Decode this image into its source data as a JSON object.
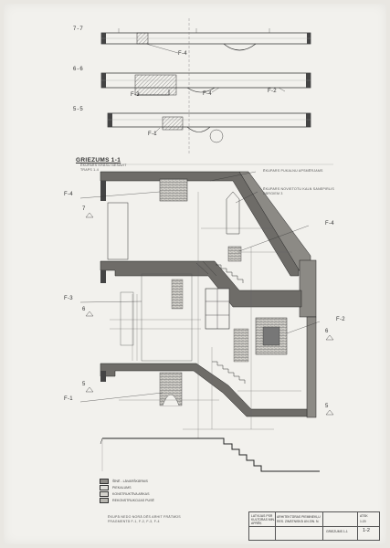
{
  "sections": {
    "s77": "7-7",
    "s66": "6-6",
    "s55": "5-5",
    "main": "GRIEZUMS 1-1"
  },
  "fragment_labels": {
    "f4_plan7": "F-4",
    "f3_plan6": "F-3",
    "f4_plan6": "F-4",
    "f2_plan6": "F-2",
    "f1_plan5": "F-1",
    "f4_left": "F-4",
    "f4_right": "F-4",
    "f3_left": "F-3",
    "f2_right": "F-2",
    "f1_left": "F-1"
  },
  "level_marks": {
    "l7": "7",
    "l6_left": "6",
    "l6_right": "6",
    "l5_left": "5",
    "l5_right": "5"
  },
  "annotations": {
    "a1": "ĒKUPARS KRĀSU NESAVIT",
    "a1b": "TRAPS 1-4",
    "a2": "ĒKUPARS PUKALNU APSMĒRJAMS",
    "a3": "ĒKUPARS NOVIETOTU KALN SANEPIRLIS",
    "a3b": "DĀRGIEM 3"
  },
  "legend": [
    {
      "swatch": "#8f8d88",
      "label": "ŠĪNĒ - LĀVARŠKĀRNIS"
    },
    {
      "swatch": "#e0dfda",
      "label": "PIEKALUMS"
    },
    {
      "swatch": "#d4d2cc",
      "label": "KONSTRUKTĪVA ARKAS"
    },
    {
      "swatch": "#b8b6b0",
      "label": "REKONSTRUKCIJAS PUSĒ"
    }
  ],
  "legend_note": {
    "line1": "ĒKUPĀ NEDO NORĀ DĒS ARHIT FRĀTMŪS",
    "line2": "FRAGMENTĀ F-1, F-2, F-3, F-4"
  },
  "title_block": {
    "c1": "LATVIJAS PSR",
    "c2": "KULTŪRAS MIN.",
    "c3": "APRĒĶ",
    "c4": "ARHITEKTŪRAS PIEMINEKĻU",
    "c5": "RES. ZINĀTNISKĀ UN ZIN. N.",
    "c6": "GRIEZUMS 1-1",
    "c7": "ATSK",
    "c8": "1:20",
    "sheet": "1-2"
  }
}
